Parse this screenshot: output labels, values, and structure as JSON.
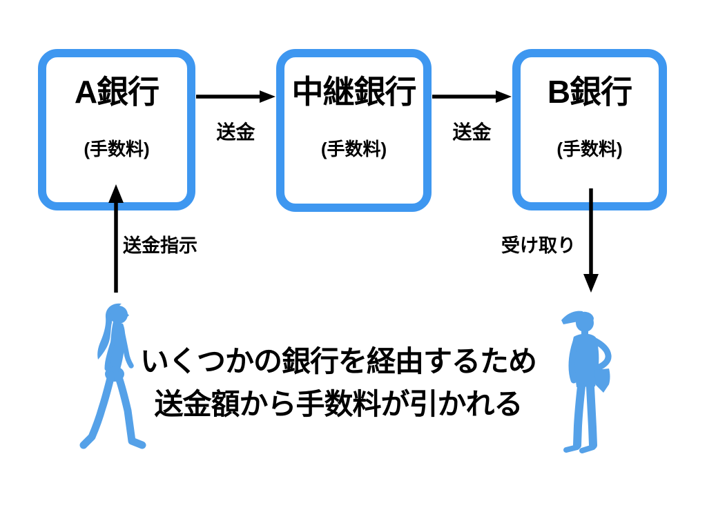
{
  "banks": [
    {
      "name": "A銀行",
      "fee": "(手数料)"
    },
    {
      "name": "中継銀行",
      "fee": "(手数料)"
    },
    {
      "name": "B銀行",
      "fee": "(手数料)"
    }
  ],
  "arrow_labels": {
    "transfer_1": "送金",
    "transfer_2": "送金",
    "instruction": "送金指示",
    "receive": "受け取り"
  },
  "caption": {
    "line1": "いくつかの銀行を経由するため",
    "line2": "送金額から手数料が引かれる"
  },
  "figures": {
    "sender": "woman-walking-silhouette",
    "receiver": "construction-worker-silhouette"
  },
  "colors": {
    "box_border": "#3E97F0",
    "silhouette": "#55A1E8",
    "arrow": "#000000",
    "text": "#000000",
    "background": "#FFFFFF"
  }
}
